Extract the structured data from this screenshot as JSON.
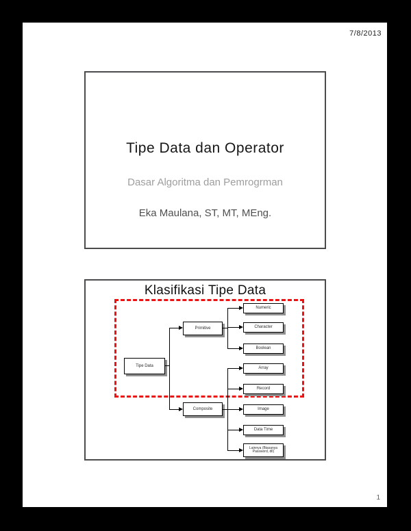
{
  "page": {
    "date": "7/8/2013",
    "page_number": "1"
  },
  "slide1": {
    "title": "Tipe Data dan Operator",
    "subtitle": "Dasar Algoritma dan Pemrogrman",
    "author": "Eka Maulana, ST, MT, MEng."
  },
  "slide2": {
    "title": "Klasifikasi Tipe Data",
    "colors": {
      "highlight_red": "#ee1111",
      "node_shadow_gray": "#8f8f8f"
    },
    "diagram": {
      "root": "Tipe Data",
      "primitive": "Primitive",
      "composite": "Composite",
      "numeric": "Numeric",
      "character": "Character",
      "boolean": "Boolean",
      "array": "Array",
      "record": "Record",
      "image": "Image",
      "data_time": "Data Time",
      "other_line1": "Lainnya (Biasanya",
      "other_line2": "Password, dll)"
    }
  }
}
